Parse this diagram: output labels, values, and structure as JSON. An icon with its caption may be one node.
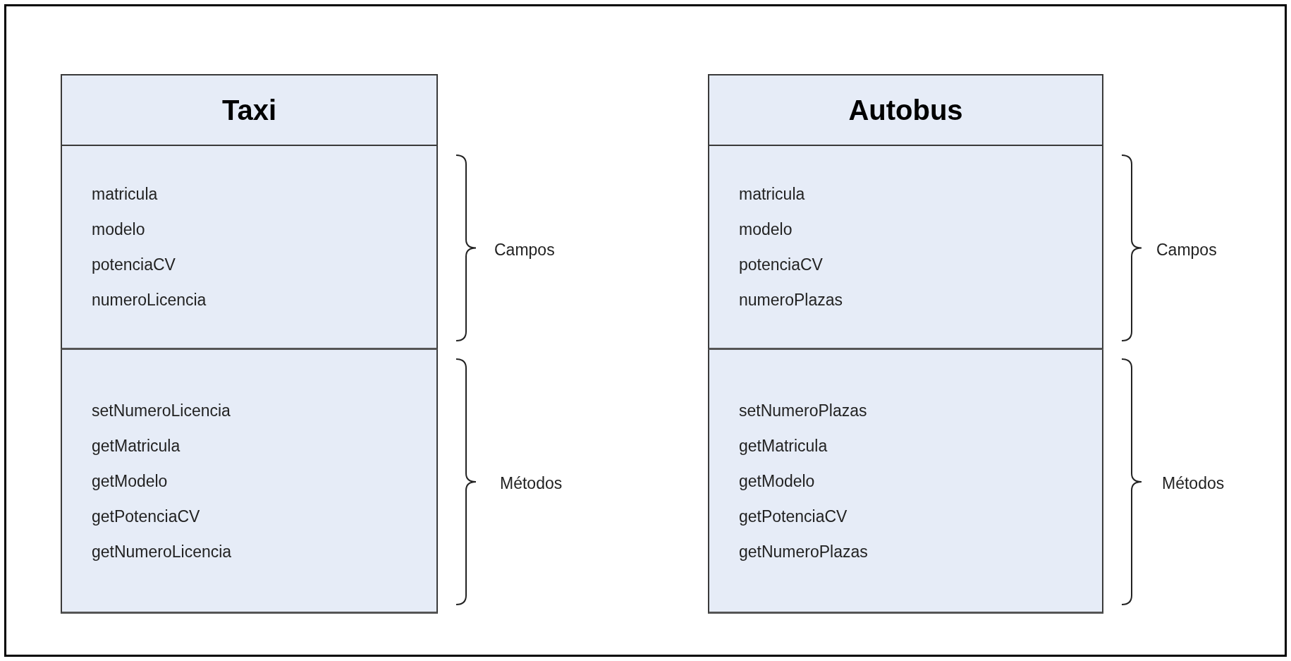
{
  "diagram": {
    "nodes": [
      {
        "text": [
          "Taxi"
        ]
      },
      {
        "text": [
          "matricula",
          "modelo",
          "potenciaCV",
          "numeroLicencia"
        ],
        "beside": [
          "Campos"
        ]
      },
      {
        "text": [
          "setNumeroLicencia",
          "getMatricula",
          "getModelo",
          "getPotenciaCV",
          "getNumeroLicencia"
        ],
        "beside": [
          "Métodos"
        ]
      },
      {
        "text": [
          "Autobus"
        ]
      },
      {
        "text": [
          "matricula",
          "modelo",
          "potenciaCV",
          "numeroPlazas"
        ],
        "beside": [
          "Campos"
        ]
      },
      {
        "text": [
          "setNumeroPlazas",
          "getMatricula",
          "getModelo",
          "getPotenciaCV",
          "getNumeroPlazas"
        ],
        "beside": [
          "Métodos"
        ]
      }
    ]
  }
}
